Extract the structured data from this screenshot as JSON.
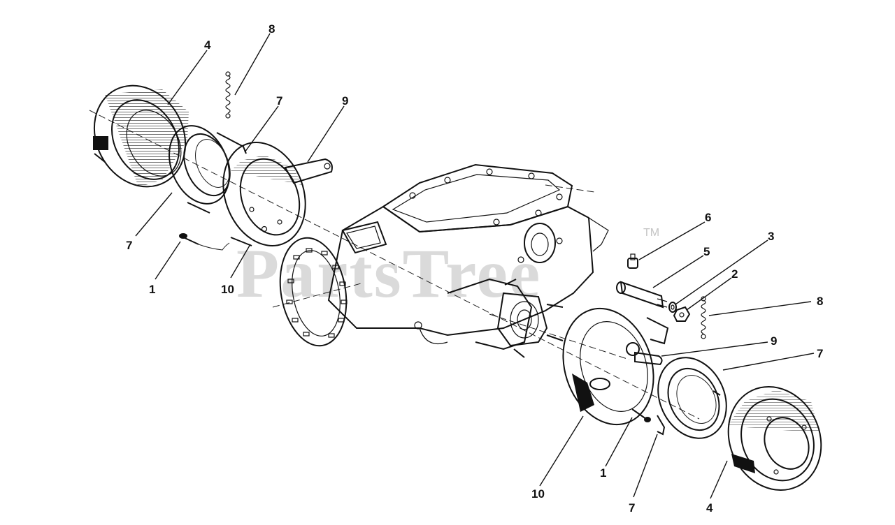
{
  "watermark": {
    "text": "PartsTree",
    "trademark": "TM"
  },
  "callouts": [
    {
      "id": "c8a",
      "label": "8"
    },
    {
      "id": "c4a",
      "label": "4"
    },
    {
      "id": "c7a",
      "label": "7"
    },
    {
      "id": "c9a",
      "label": "9"
    },
    {
      "id": "c7b",
      "label": "7"
    },
    {
      "id": "c1a",
      "label": "1"
    },
    {
      "id": "c10a",
      "label": "10"
    },
    {
      "id": "c6",
      "label": "6"
    },
    {
      "id": "c5",
      "label": "5"
    },
    {
      "id": "c3",
      "label": "3"
    },
    {
      "id": "c2",
      "label": "2"
    },
    {
      "id": "c8b",
      "label": "8"
    },
    {
      "id": "c9b",
      "label": "9"
    },
    {
      "id": "c7c",
      "label": "7"
    },
    {
      "id": "c1b",
      "label": "1"
    },
    {
      "id": "c10b",
      "label": "10"
    },
    {
      "id": "c7d",
      "label": "7"
    },
    {
      "id": "c4b",
      "label": "4"
    }
  ]
}
